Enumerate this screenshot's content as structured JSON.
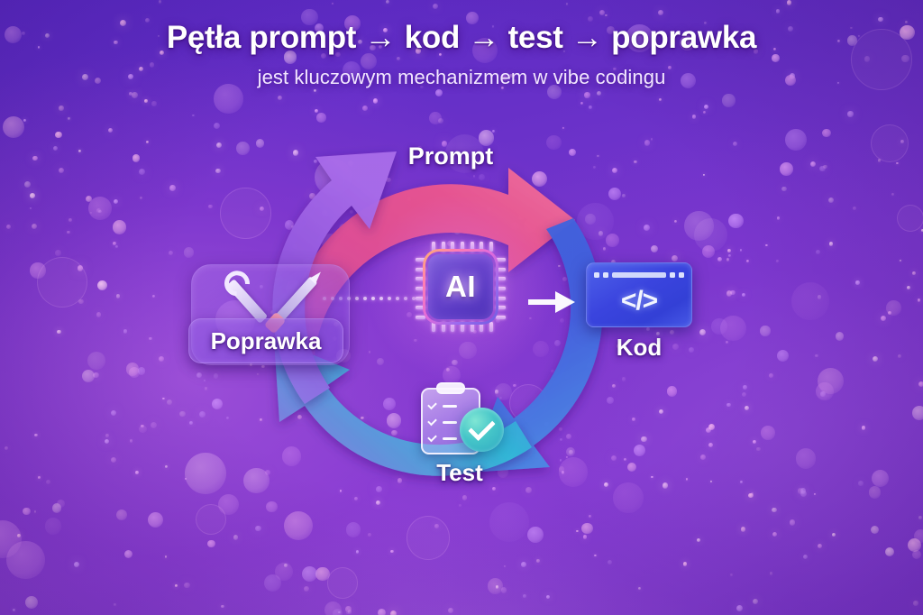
{
  "heading": {
    "title": "Pętła prompt → kod → test → poprawka",
    "subtitle": "jest kluczowym mechanizmem w vibe codingu"
  },
  "diagram": {
    "type": "cycle-loop",
    "center_node": {
      "label": "AI",
      "icon": "cpu-chip-icon"
    },
    "arcs": [
      {
        "name": "prompt",
        "label": "Prompt",
        "position": "top",
        "color": "#E0508F",
        "direction": "clockwise"
      },
      {
        "name": "kod-arc",
        "label": "",
        "position": "right",
        "color": "#4558DC",
        "direction": "clockwise"
      },
      {
        "name": "test-arc",
        "label": "",
        "position": "bottom",
        "color": "#36B6D8",
        "direction": "clockwise"
      },
      {
        "name": "fix-arc",
        "label": "",
        "position": "left",
        "color": "#8E5BDE",
        "direction": "clockwise"
      }
    ],
    "nodes": [
      {
        "name": "kod",
        "label": "Kod",
        "icon": "code-window-icon",
        "accent": "#3A44DE"
      },
      {
        "name": "test",
        "label": "Test",
        "icon": "clipboard-check-icon",
        "accent": "#45C5C8"
      },
      {
        "name": "poprawka",
        "label": "Poprawka",
        "icon": "wrench-screwdriver-icon",
        "accent": "#8E5BDE"
      }
    ],
    "connector": {
      "name": "ai-to-kod-arrow",
      "icon": "arrow-right-icon"
    },
    "dotted_link": {
      "name": "poprawka-to-ai-link",
      "dots": 14
    }
  },
  "code_glyph": "</>",
  "colors": {
    "background_deep": "#5B2BC8",
    "background_light": "#9C4FD8",
    "pink": "#E0508F",
    "blue": "#4558DC",
    "teal": "#36B6D8",
    "purple": "#8E5BDE",
    "text": "#FFFFFF"
  }
}
